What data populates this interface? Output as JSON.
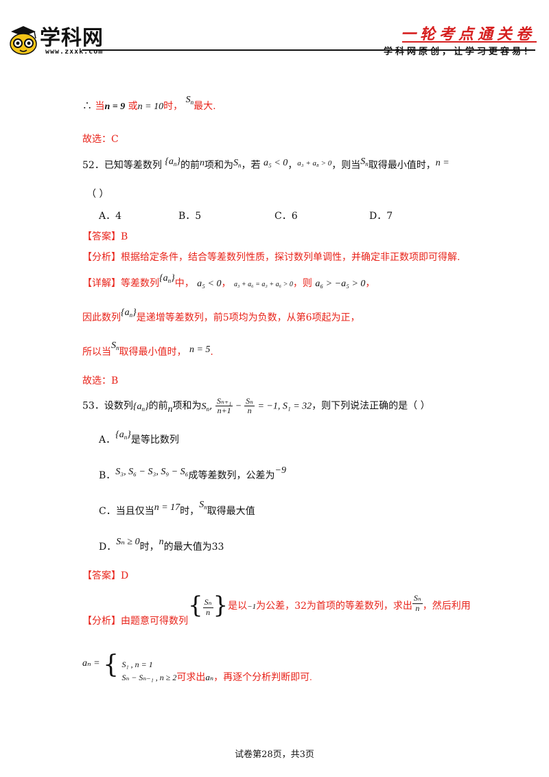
{
  "header": {
    "logo_text": "学科网",
    "logo_url": "www.zxxk.com",
    "exam_title": "一轮考点通关卷",
    "slogan": "学科网原创，让学习更容易！"
  },
  "prev": {
    "therefore": "∴",
    "when": "当",
    "n9": "n = 9",
    "or": "或",
    "n10": "n = 10",
    "time": "时，",
    "sn": "S",
    "sn_sub": "n",
    "max": "最大.",
    "choice": "故选：C"
  },
  "q52": {
    "number": "52．",
    "stem_a": "已知等差数列",
    "seq": "a",
    "seq_sub": "n",
    "stem_b": "的前",
    "n": "n",
    "stem_c": "项和为",
    "s": "S",
    "s_sub": "n",
    "stem_d": "，若",
    "cond1": "a₅ < 0",
    "comma": "，",
    "cond2": "a₃ + a₈ > 0",
    "stem_e": "，则当",
    "stem_f": "取得最小值时，",
    "tail": "n =",
    "paren": "（     ）",
    "options": [
      {
        "label": "A．4"
      },
      {
        "label": "B．5"
      },
      {
        "label": "C．6"
      },
      {
        "label": "D．7"
      }
    ],
    "answer": "【答案】B",
    "analysis": "【分析】根据给定条件，结合等差数列性质，探讨数列单调性，并确定非正数项即可得解.",
    "detail_label": "【详解】等差数列",
    "detail_mid": "中，",
    "detail_c1": "a₅ < 0",
    "detail_c2": "a₃ + a₆ = a₃ + a₆ > 0",
    "detail_then": "，则",
    "detail_c3": "a₆ > −a₅ > 0",
    "line2_a": "因此数列",
    "line2_b": "是递增等差数列，前5项均为负数，从第6项起为正，",
    "line3_a": "所以当",
    "line3_b": "取得最小值时，",
    "line3_c": "n = 5",
    "choice": "故选：B"
  },
  "q53": {
    "number": "53．",
    "stem_a": "设数列",
    "stem_b": "的前",
    "stem_c": "项和为",
    "frac1_num": "Sₙ₊₁",
    "frac1_den": "n+1",
    "minus": "−",
    "frac2_num": "Sₙ",
    "frac2_den": "n",
    "eq": "= −1, S₁ = 32",
    "stem_d": "，则下列说法正确的是（     ）",
    "optA_label": "A．",
    "optA_text": "是等比数列",
    "optB_label": "B．",
    "optB_math": "S₃, S₆ − S₃, S₉ − S₆",
    "optB_text": "成等差数列，公差为",
    "optB_val": "−9",
    "optC_label": "C．当且仅当",
    "optC_math": "n = 17",
    "optC_text1": "时，",
    "optC_text2": "取得最大值",
    "optD_label": "D．",
    "optD_math": "Sₙ ≥ 0",
    "optD_text1": "时，",
    "optD_text2": "的最大值为33",
    "answer": "【答案】D",
    "analysis_a": "【分析】由题意可得数列",
    "analysis_b": "是以",
    "analysis_c": "−1",
    "analysis_d": "为公差，32为首项的等差数列，求出",
    "analysis_e": "，然后利用",
    "piece_lhs": "aₙ =",
    "piece_1": "S₁ , n = 1",
    "piece_2": "Sₙ − Sₙ₋₁ , n ≥ 2",
    "piece_tail": "可求出",
    "piece_an": "aₙ",
    "piece_end": "，再逐个分析判断即可."
  },
  "footer": "试卷第28页，共3页"
}
